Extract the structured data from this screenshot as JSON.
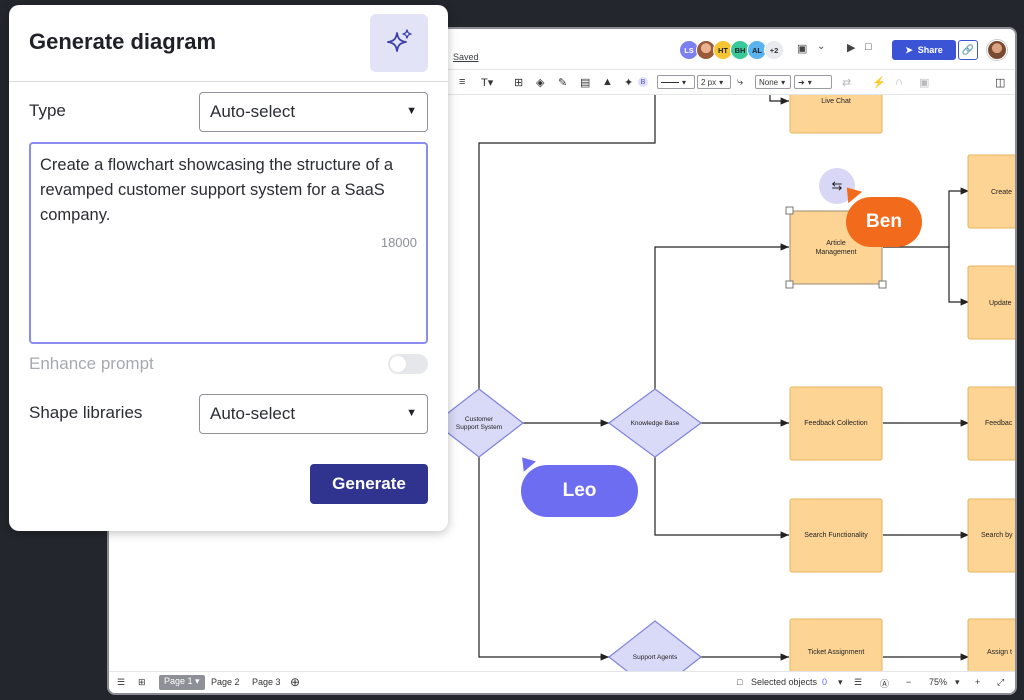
{
  "panel": {
    "title": "Generate diagram",
    "type_label": "Type",
    "type_value": "Auto-select",
    "prompt_text": "Create a flowchart showcasing the structure of a revamped customer support system for a SaaS company.",
    "char_count": "18000",
    "enhance_label": "Enhance prompt",
    "enhance_on": false,
    "shape_label": "Shape libraries",
    "shape_value": "Auto-select",
    "generate_label": "Generate"
  },
  "topbar": {
    "saved": "Saved",
    "collaborators": [
      {
        "initials": "LS",
        "color": "#7b7ff0"
      },
      {
        "initials": "",
        "color": "#f29a4a"
      },
      {
        "initials": "HT",
        "color": "#f6c533"
      },
      {
        "initials": "BH",
        "color": "#38c99a"
      },
      {
        "initials": "AL",
        "color": "#5ab2f0"
      }
    ],
    "more_count": "+2",
    "share_label": "Share"
  },
  "toolbar": {
    "line_width": "2 px",
    "line_start": "None",
    "badge": "B"
  },
  "diagram": {
    "nodes": {
      "live_chat": "Live Chat",
      "create": "Create",
      "article_mgmt_1": "Article",
      "article_mgmt_2": "Management",
      "update": "Update",
      "css_1": "Customer",
      "css_2": "Support System",
      "knowledge_base": "Knowledge Base",
      "feedback_collection": "Feedback Collection",
      "feedback": "Feedbac",
      "search_functionality": "Search Functionality",
      "search_by": "Search by",
      "support_agents": "Support Agents",
      "ticket_assignment": "Ticket Assignment",
      "assign": "Assign t"
    },
    "colors": {
      "rect_fill": "#fdd494",
      "rect_stroke": "#e8b35a",
      "diamond_fill": "#d9daf7",
      "diamond_stroke": "#7f83da"
    }
  },
  "cursors": {
    "ben": {
      "name": "Ben",
      "color": "#f26b1d"
    },
    "leo": {
      "name": "Leo",
      "color": "#6d6df2"
    }
  },
  "bottombar": {
    "pages": [
      "Page 1",
      "Page 2",
      "Page 3"
    ],
    "selected_label": "Selected objects",
    "selected_count": "0",
    "zoom": "75%"
  }
}
